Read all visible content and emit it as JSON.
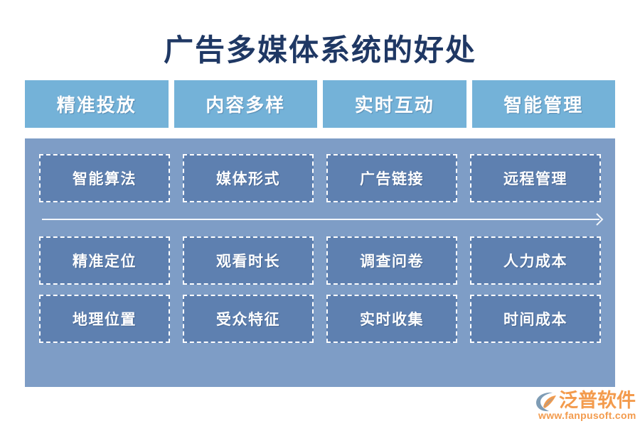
{
  "slide": {
    "title": "广告多媒体系统的好处",
    "title_color": "#1F3864",
    "background_color": "#FFFFFF"
  },
  "header": {
    "background_color": "#74B2D8",
    "text_color": "#FFFFFF",
    "columns": [
      {
        "label": "精准投放"
      },
      {
        "label": "内容多样"
      },
      {
        "label": "实时互动"
      },
      {
        "label": "智能管理"
      }
    ]
  },
  "matrix": {
    "container_color": "#7E9DC6",
    "cell_color": "#5E80B0",
    "cell_border_color": "#FFFFFF",
    "cell_text_color": "#FFFFFF",
    "rows": [
      {
        "cells": [
          {
            "label": "智能算法"
          },
          {
            "label": "媒体形式"
          },
          {
            "label": "广告链接"
          },
          {
            "label": "远程管理"
          }
        ]
      },
      {
        "cells": [
          {
            "label": "精准定位"
          },
          {
            "label": "观看时长"
          },
          {
            "label": "调查问卷"
          },
          {
            "label": "人力成本"
          }
        ]
      },
      {
        "cells": [
          {
            "label": "地理位置"
          },
          {
            "label": "受众特征"
          },
          {
            "label": "实时收集"
          },
          {
            "label": "时间成本"
          }
        ]
      }
    ]
  },
  "arrow": {
    "direction": "right",
    "color": "#F2F6FB"
  },
  "logo": {
    "wordmark": "泛普软件",
    "url": "www.fanpusoft.com",
    "accent_color": "#F39B4D",
    "mark_color": "#7E9CB5"
  }
}
